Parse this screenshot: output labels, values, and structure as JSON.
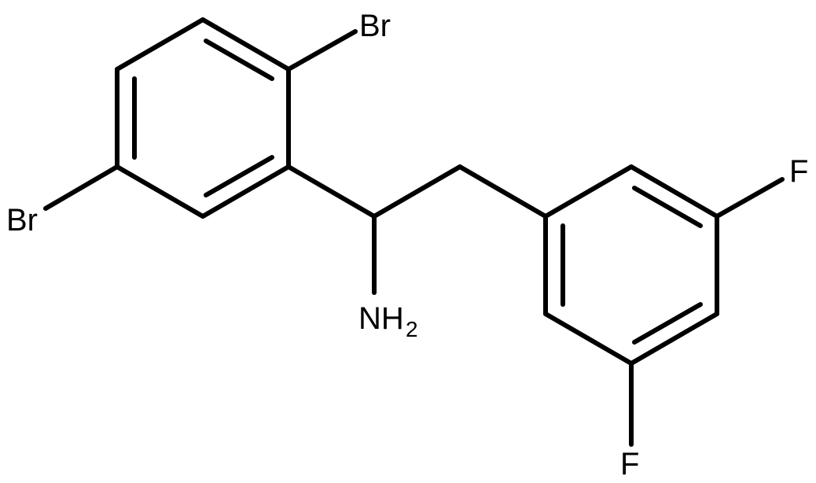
{
  "atoms": {
    "br_top": "Br",
    "br_left": "Br",
    "nh2_main": "NH",
    "nh2_sub": "2",
    "f_top": "F",
    "f_bottom": "F"
  },
  "colors": {
    "bond": "#000000",
    "background": "#ffffff"
  }
}
